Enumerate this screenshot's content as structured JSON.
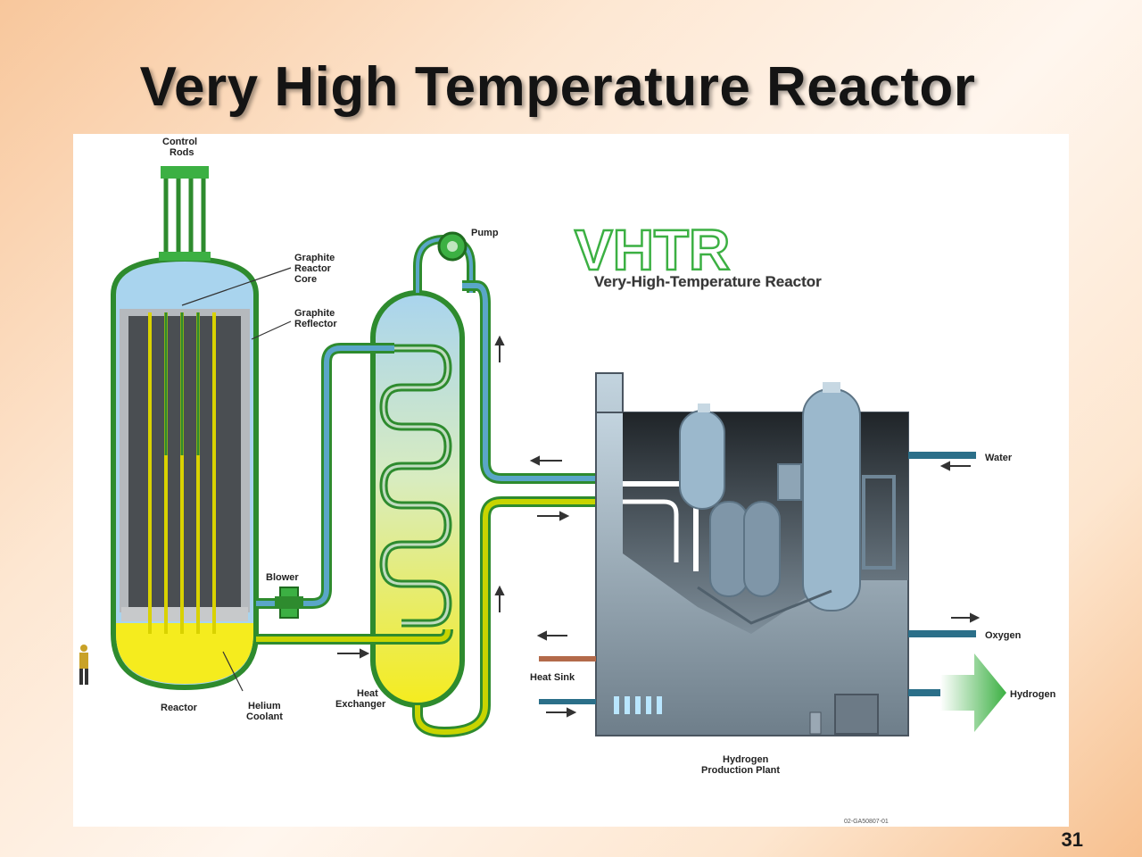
{
  "slide": {
    "title": "Very High Temperature Reactor",
    "page_number": "31"
  },
  "diagram": {
    "brand_logo": "VHTR",
    "brand_subtitle": "Very-High-Temperature Reactor",
    "labels": {
      "control_rods_line1": "Control",
      "control_rods_line2": "Rods",
      "graphite_core_line1": "Graphite",
      "graphite_core_line2": "Reactor",
      "graphite_core_line3": "Core",
      "graphite_reflector_line1": "Graphite",
      "graphite_reflector_line2": "Reflector",
      "pump": "Pump",
      "blower": "Blower",
      "reactor": "Reactor",
      "helium_coolant_line1": "Helium",
      "helium_coolant_line2": "Coolant",
      "heat_exchanger_line1": "Heat",
      "heat_exchanger_line2": "Exchanger",
      "water": "Water",
      "oxygen": "Oxygen",
      "hydrogen": "Hydrogen",
      "heat_sink": "Heat Sink",
      "hydrogen_plant_line1": "Hydrogen",
      "hydrogen_plant_line2": "Production Plant",
      "drawing_code": "02-GA50807-01"
    },
    "colors": {
      "vessel_outline": "#2e8b2e",
      "helium_yellow": "#f5ec1e",
      "vessel_blue": "#a9d4ee",
      "plant_steel": "#7f8f9c",
      "pipe_hot": "#c8d400",
      "pipe_cold": "#5aa6c8",
      "hydrogen_arrow": "#3cb043"
    }
  }
}
